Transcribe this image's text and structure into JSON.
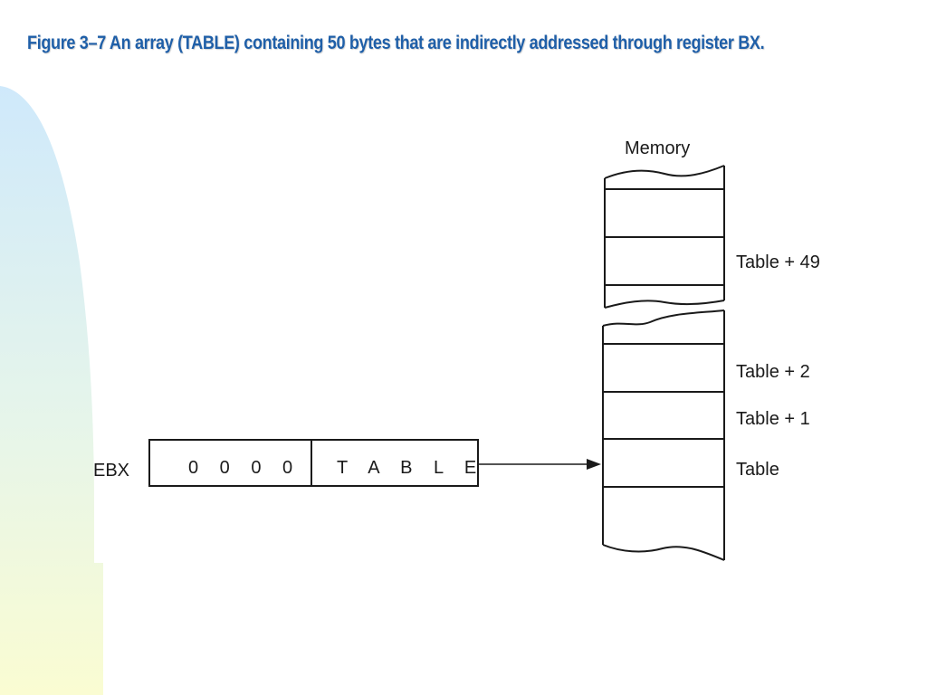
{
  "slide": {
    "caption": "Figure 3–7  An array (TABLE) containing 50 bytes that are indirectly addressed through register BX.",
    "colors": {
      "caption": "#1f5fa8",
      "band_top": "#cfe9fb",
      "band_bottom": "#fafcd2",
      "line": "#1a1a1a"
    }
  },
  "diagram": {
    "memory_title": "Memory",
    "register_name": "EBX",
    "register_high": "0 0 0 0",
    "register_low": "T A B L E",
    "labels": {
      "table_plus_49": "Table + 49",
      "table_plus_2": "Table + 2",
      "table_plus_1": "Table + 1",
      "table": "Table"
    }
  }
}
